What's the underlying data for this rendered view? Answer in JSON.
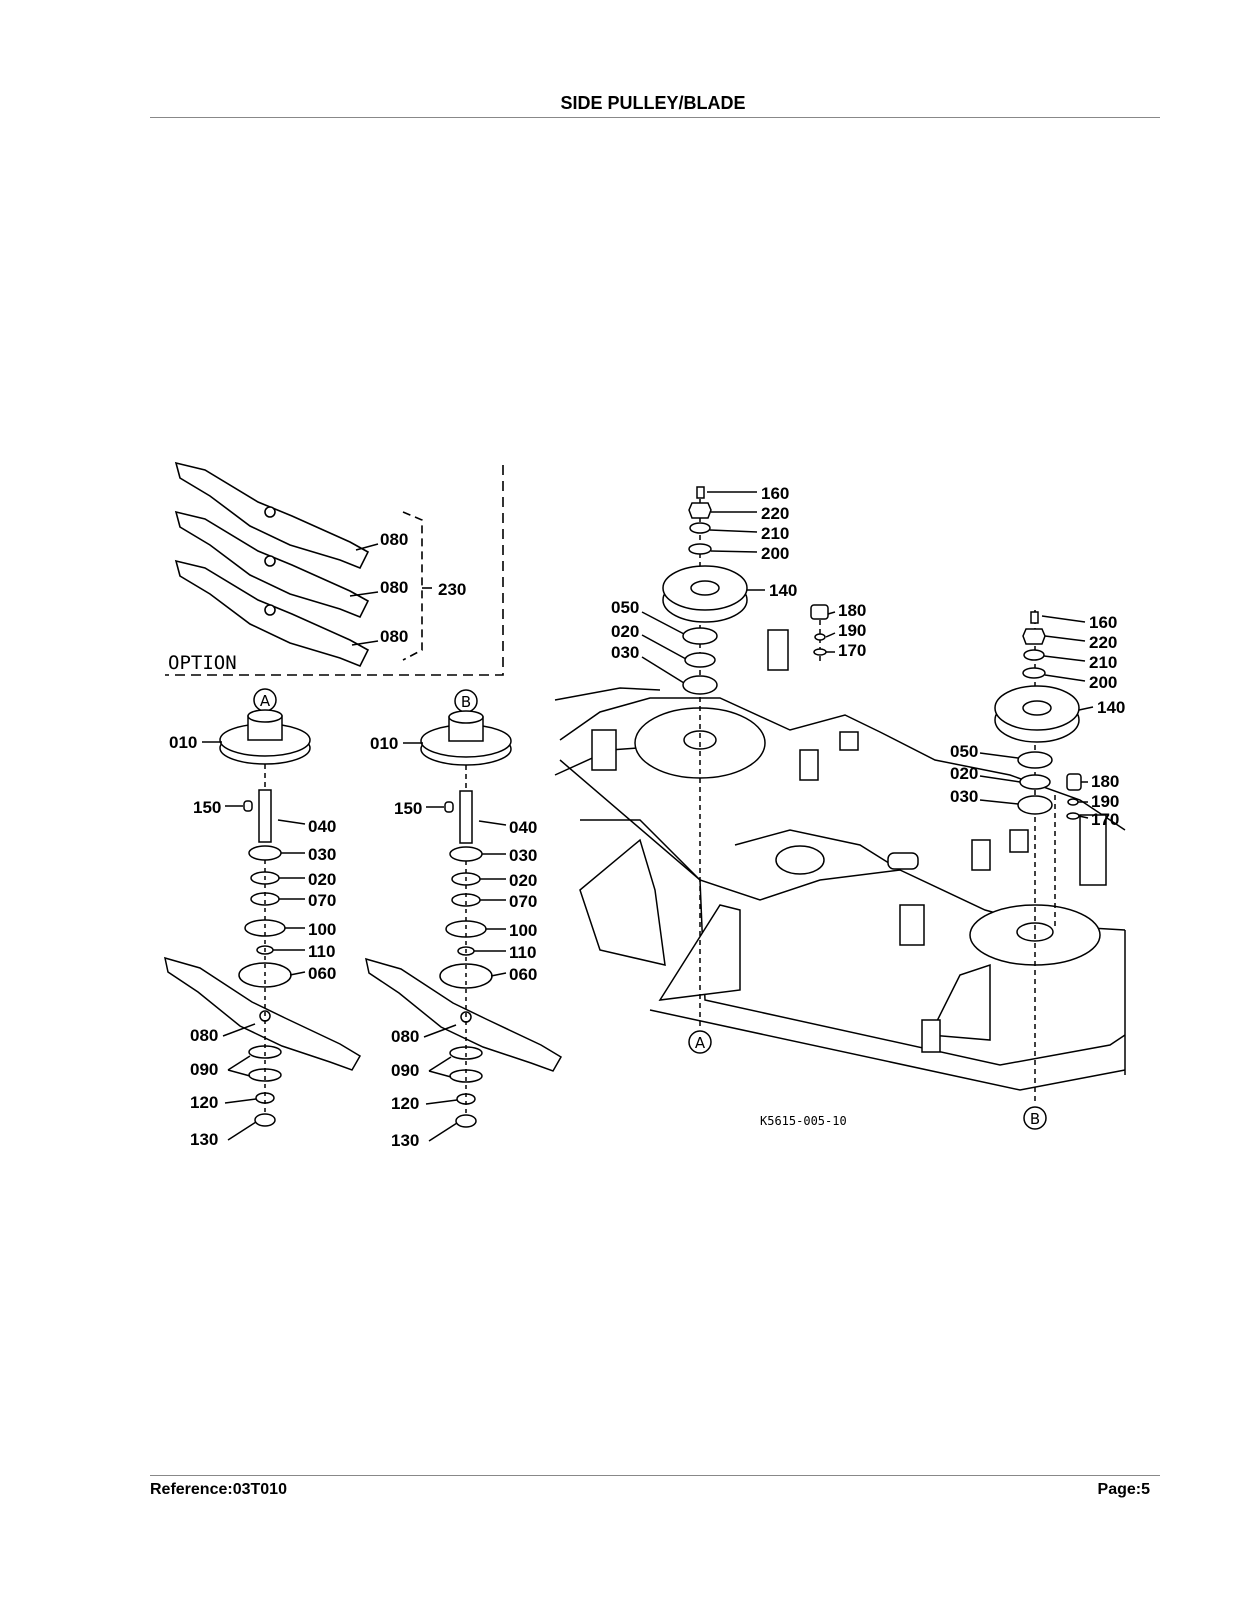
{
  "header": {
    "title": "SIDE PULLEY/BLADE"
  },
  "footer": {
    "reference": "Reference:03T010",
    "page": "Page:5"
  },
  "diagram": {
    "option_label": "OPTION",
    "figure_code": "K5615-005-10",
    "callouts": {
      "a": "A",
      "b": "B"
    },
    "option_parts": [
      "080",
      "080",
      "080",
      "230"
    ],
    "assembly_a_parts": [
      "010",
      "150",
      "040",
      "030",
      "020",
      "070",
      "100",
      "110",
      "060",
      "080",
      "090",
      "120",
      "130"
    ],
    "assembly_b_parts": [
      "010",
      "150",
      "040",
      "030",
      "020",
      "070",
      "100",
      "110",
      "060",
      "080",
      "090",
      "120",
      "130"
    ],
    "center_pulley_parts": [
      "160",
      "220",
      "210",
      "200",
      "140",
      "050",
      "020",
      "030",
      "180",
      "190",
      "170"
    ],
    "right_pulley_parts": [
      "160",
      "220",
      "210",
      "200",
      "140",
      "050",
      "020",
      "030",
      "180",
      "190",
      "170"
    ]
  }
}
